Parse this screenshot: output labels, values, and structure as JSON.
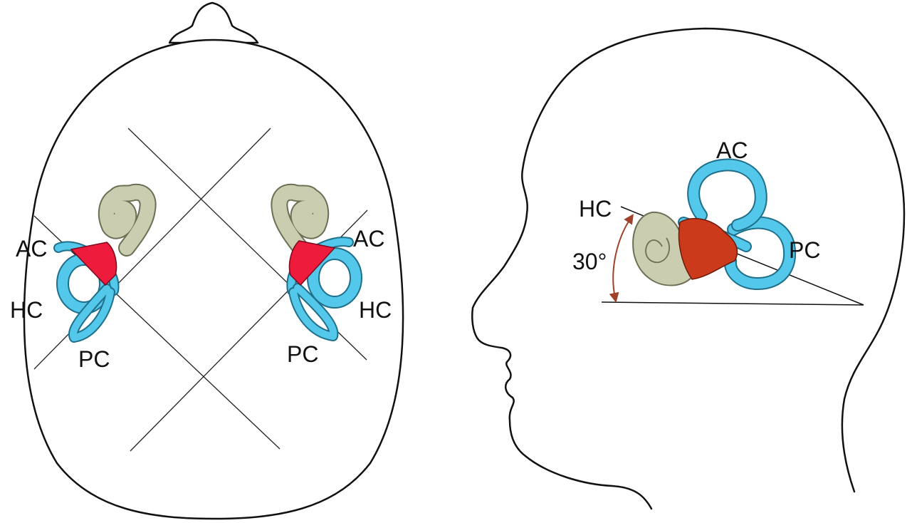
{
  "colors": {
    "canal_fill": "#54c8ea",
    "canal_edge": "#1f6f8b",
    "vestibule_top": "#ee1b3c",
    "vestibule_side": "#cc3a1c",
    "cochlea": "#cbcdb0",
    "cochlea_edge": "#6d6f55",
    "angle_arrow": "#a0412a",
    "outline": "#111111"
  },
  "top_view": {
    "left_ear": {
      "ac": "AC",
      "hc": "HC",
      "pc": "PC"
    },
    "right_ear": {
      "ac": "AC",
      "hc": "HC",
      "pc": "PC"
    }
  },
  "side_view": {
    "ac": "AC",
    "hc": "HC",
    "pc": "PC",
    "angle": "30°"
  }
}
